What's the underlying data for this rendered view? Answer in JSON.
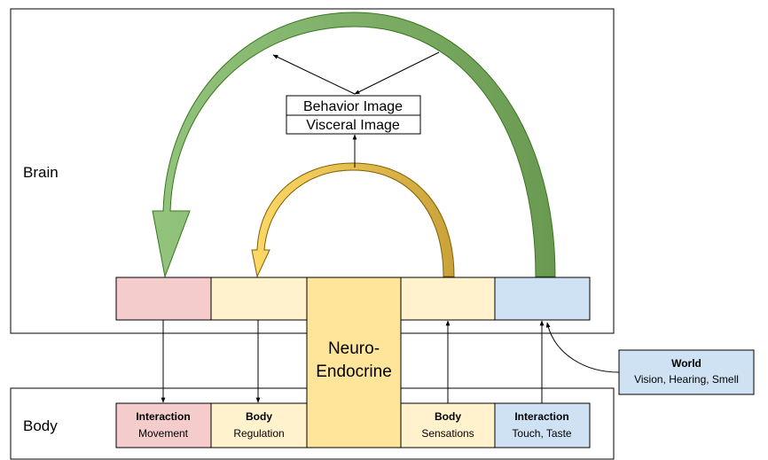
{
  "regions": {
    "brain": "Brain",
    "body": "Body"
  },
  "image_box": {
    "behavior": "Behavior Image",
    "visceral": "Visceral Image"
  },
  "neuro": {
    "line1": "Neuro-",
    "line2": "Endocrine"
  },
  "body_boxes": {
    "interaction_movement": {
      "title": "Interaction",
      "subtitle": "Movement"
    },
    "body_regulation": {
      "title": "Body",
      "subtitle": "Regulation"
    },
    "body_sensations": {
      "title": "Body",
      "subtitle": "Sensations"
    },
    "interaction_touch": {
      "title": "Interaction",
      "subtitle": "Touch, Taste"
    }
  },
  "world": {
    "title": "World",
    "subtitle": "Vision, Hearing, Smell"
  },
  "colors": {
    "pink": "#f4cccc",
    "cream": "#fff2cc",
    "gold": "#ffe599",
    "blue": "#cfe2f3",
    "green_light": "#93c47d",
    "green_dark": "#6aa84f",
    "yellow_arrow": "#ffd966",
    "yellow_dark": "#bf9000"
  }
}
